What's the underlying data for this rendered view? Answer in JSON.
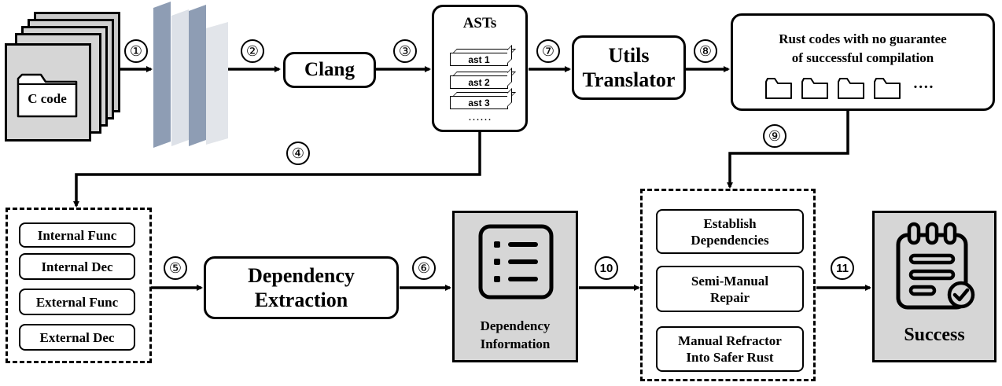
{
  "nodes": {
    "c_code": "C code",
    "clang": "Clang",
    "asts_title": "ASTs",
    "ast_items": [
      "ast 1",
      "ast 2",
      "ast 3"
    ],
    "ast_ellipsis": "……",
    "utils_line1": "Utils",
    "utils_line2": "Translator",
    "rust_line1": "Rust codes with no guarantee",
    "rust_line2": "of successful compilation",
    "rust_ellipsis": "····",
    "internal_func": "Internal Func",
    "internal_dec": "Internal Dec",
    "external_func": "External Func",
    "external_dec": "External Dec",
    "dep_extract_line1": "Dependency",
    "dep_extract_line2": "Extraction",
    "dep_info_line1": "Dependency",
    "dep_info_line2": "Information",
    "establish_line1": "Establish",
    "establish_line2": "Dependencies",
    "semi_line1": "Semi-Manual",
    "semi_line2": "Repair",
    "manual_line1": "Manual Refractor",
    "manual_line2": "Into Safer Rust",
    "success": "Success"
  },
  "steps": [
    "①",
    "②",
    "③",
    "④",
    "⑤",
    "⑥",
    "⑦",
    "⑧",
    "⑨",
    "10",
    "11"
  ],
  "icons": {
    "folder": "folder-icon",
    "list": "list-icon",
    "checklist": "checklist-icon"
  },
  "colors": {
    "gray_fill": "#d6d6d6",
    "layer_dark": "#8e9db4",
    "layer_light": "#dde1e8"
  }
}
